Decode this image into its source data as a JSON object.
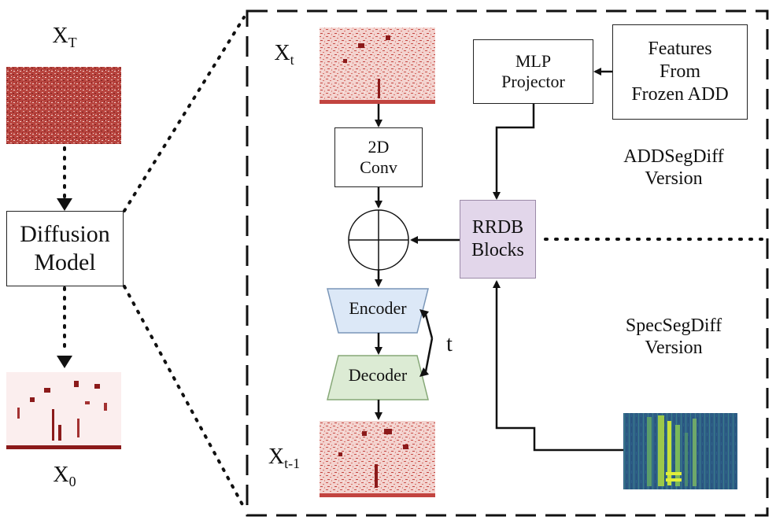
{
  "labels": {
    "xT_main": "X",
    "xT_sub": "T",
    "x0_main": "X",
    "x0_sub": "0",
    "xt_main": "X",
    "xt_sub": "t",
    "xt1_main": "X",
    "xt1_sub": "t-1",
    "t": "t"
  },
  "boxes": {
    "diffusion": [
      "Diffusion",
      "Model"
    ],
    "conv": [
      "2D",
      "Conv"
    ],
    "mlp": [
      "MLP",
      "Projector"
    ],
    "features": [
      "Features",
      "From",
      "Frozen ADD"
    ],
    "rrdb": [
      "RRDB",
      "Blocks"
    ],
    "encoder": "Encoder",
    "decoder": "Decoder"
  },
  "versions": {
    "add": [
      "ADDSegDiff",
      "Version"
    ],
    "spec": [
      "SpecSegDiff",
      "Version"
    ]
  },
  "colors": {
    "noise_dark": "#b33a3a",
    "noise_light": "#f4d6d6",
    "mask_dark": "#8b1a1a",
    "encoder_fill": "#dce8f7",
    "decoder_fill": "#dcebd4",
    "rrdb_fill": "#e2d6ea",
    "spectrogram_bg": "#2f5f86",
    "spectrogram_hi": "#c8e03a"
  }
}
